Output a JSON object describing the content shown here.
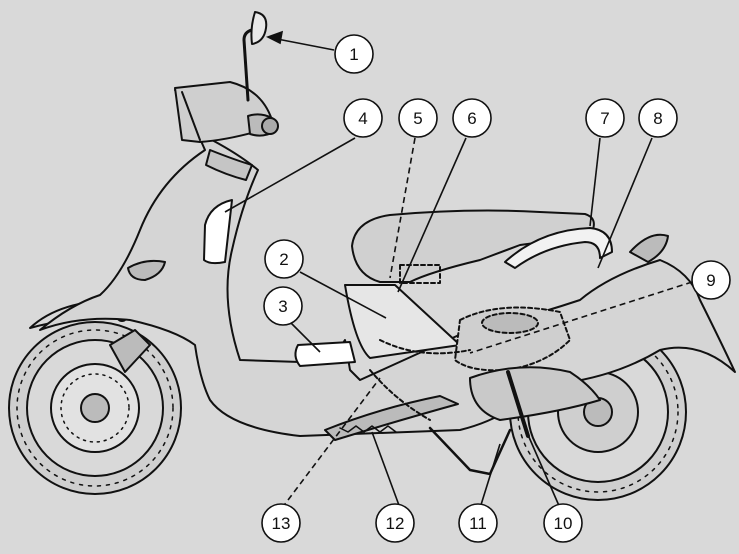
{
  "diagram": {
    "background": "#d9d9d9",
    "line_color": "#111111",
    "highlight_color": "#ffffff",
    "callouts": [
      {
        "label": "1"
      },
      {
        "label": "2"
      },
      {
        "label": "3"
      },
      {
        "label": "4"
      },
      {
        "label": "5"
      },
      {
        "label": "6"
      },
      {
        "label": "7"
      },
      {
        "label": "8"
      },
      {
        "label": "9"
      },
      {
        "label": "10"
      },
      {
        "label": "11"
      },
      {
        "label": "12"
      },
      {
        "label": "13"
      }
    ]
  }
}
